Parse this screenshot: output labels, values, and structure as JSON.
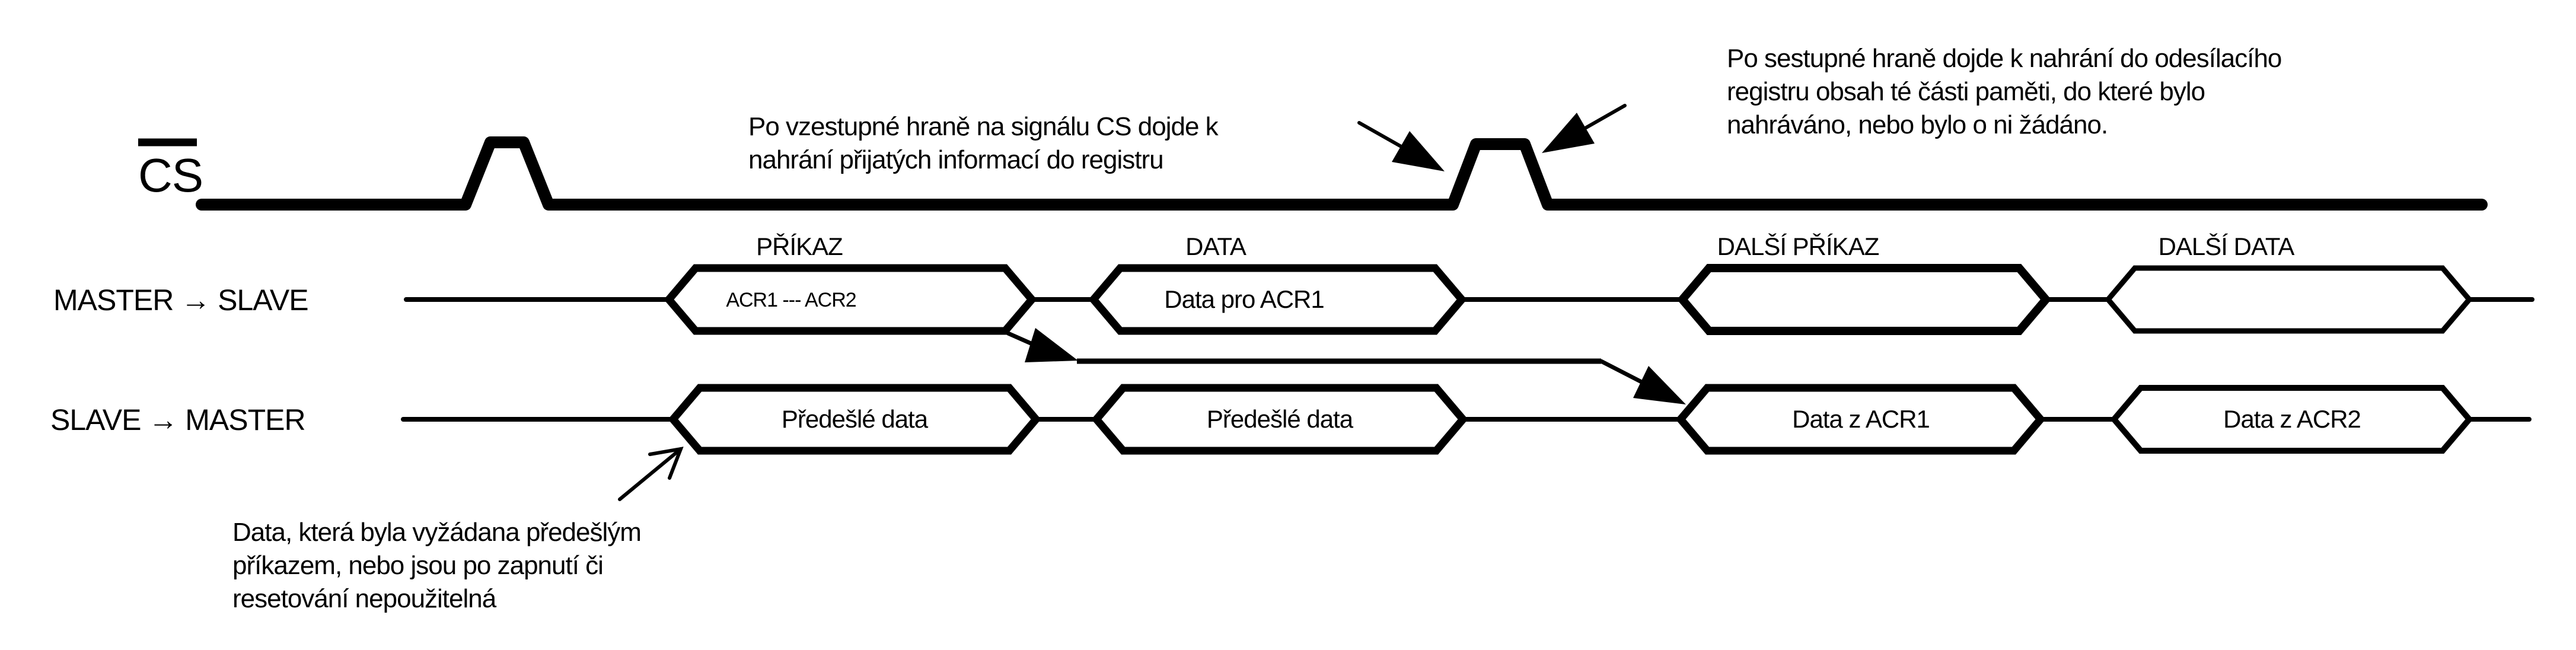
{
  "diagram": {
    "background_color": "#ffffff",
    "ink_color": "#000000",
    "cs_signal": {
      "label": "CS",
      "overline": "active-low-overline"
    },
    "rows": {
      "master": {
        "label": "MASTER → SLAVE"
      },
      "slave": {
        "label": "SLAVE → MASTER"
      }
    },
    "master_segments": [
      {
        "title": "PŘÍKAZ",
        "value": "ACR1 --- ACR2"
      },
      {
        "title": "DATA",
        "value": "Data pro ACR1"
      },
      {
        "title": "DALŠÍ PŘÍKAZ",
        "value": ""
      },
      {
        "title": "DALŠÍ DATA",
        "value": ""
      }
    ],
    "slave_segments": [
      {
        "value": "Předešlé data"
      },
      {
        "value": "Předešlé data"
      },
      {
        "value": "Data z ACR1"
      },
      {
        "value": "Data z ACR2"
      }
    ],
    "annotations": {
      "cs_rising": {
        "lines": [
          "Po vzestupné hraně na signálu CS dojde k",
          "nahrání přijatých informací do registru"
        ]
      },
      "cs_falling": {
        "lines": [
          "Po sestupné hraně dojde k nahrání do odesílacího",
          "registru obsah té části paměti, do které bylo",
          "nahráváno, nebo bylo o ni žádáno."
        ]
      },
      "previous_data": {
        "lines": [
          "Data, která byla vyžádana předešlým",
          "příkazem, nebo jsou po zapnutí či",
          "resetování nepoužitelná"
        ]
      }
    }
  }
}
